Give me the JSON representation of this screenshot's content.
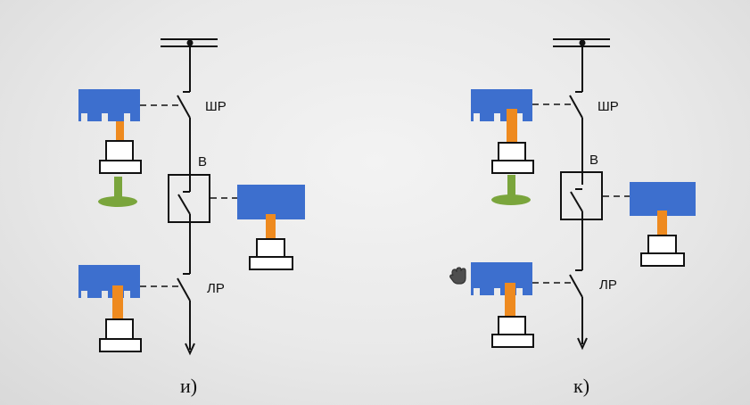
{
  "diagram_i": {
    "caption": "и)",
    "labels": {
      "line_disconnector": "ШР",
      "breaker": "В",
      "line_isolator": "ЛР"
    }
  },
  "diagram_k": {
    "caption": "к)",
    "labels": {
      "line_disconnector": "ШР",
      "breaker": "В",
      "line_isolator": "ЛР"
    }
  },
  "colors": {
    "lock_body": "#3d6fce",
    "lock_rod": "#ee8a1f",
    "key": "#7aa53c",
    "lines": "#111111"
  },
  "icons": [
    "hand-cursor-icon"
  ]
}
